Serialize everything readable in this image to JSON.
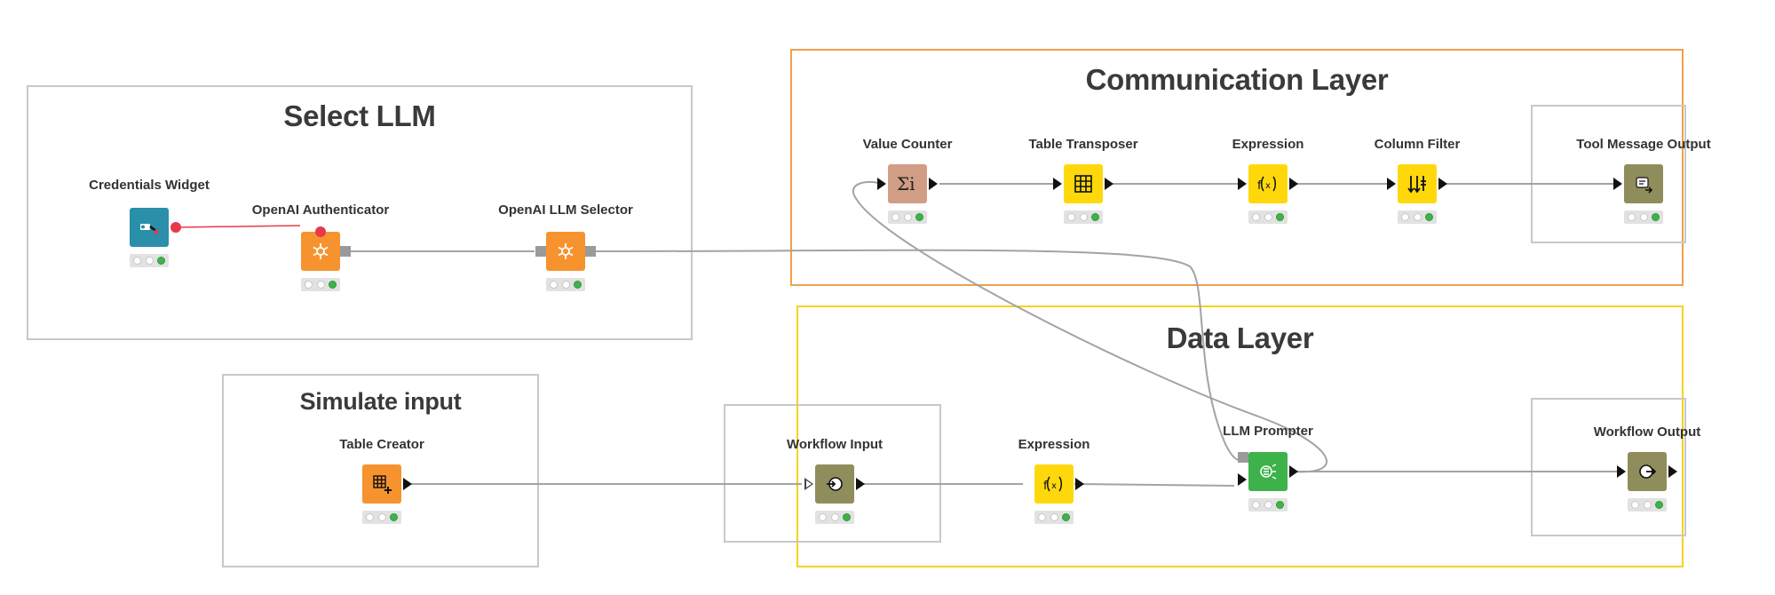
{
  "annotations": {
    "select_llm": "Select LLM",
    "communication_layer": "Communication Layer",
    "data_layer": "Data Layer",
    "simulate_input": "Simulate input"
  },
  "nodes": {
    "credentials_widget": "Credentials Widget",
    "openai_authenticator": "OpenAI Authenticator",
    "openai_llm_selector": "OpenAI LLM Selector",
    "table_creator": "Table Creator",
    "value_counter": "Value Counter",
    "table_transposer": "Table Transposer",
    "expression_comm": "Expression",
    "column_filter": "Column Filter",
    "tool_message_output": "Tool Message Output",
    "workflow_input": "Workflow Input",
    "expression_data": "Expression",
    "llm_prompter": "LLM Prompter",
    "workflow_output": "Workflow Output"
  },
  "colors": {
    "widget_blue": "#2a8fa8",
    "connector_orange": "#f7932e",
    "manipulator_yellow": "#ffd80c",
    "source_orange": "#f7932e",
    "statistics_tan": "#d19d85",
    "component_olive": "#8f8d5b",
    "predictor_green": "#3db24a",
    "status_green": "#3fb24b",
    "flowvar_red": "#e8394a",
    "orange_annotation": "#f0a04a",
    "yellow_annotation": "#f5d21f"
  },
  "icons": {
    "credentials_widget": "credentials-key-icon",
    "openai_authenticator": "openai-logo-icon",
    "openai_llm_selector": "openai-logo-icon",
    "table_creator": "table-plus-icon",
    "value_counter": "sigma-i-icon",
    "table_transposer": "grid-icon",
    "expression": "function-x-icon",
    "column_filter": "column-filter-icon",
    "tool_message_output": "message-output-icon",
    "workflow_input": "workflow-input-icon",
    "llm_prompter": "llm-brain-icon",
    "workflow_output": "workflow-output-icon"
  },
  "node_status": {
    "credentials_widget": "executed",
    "openai_authenticator": "executed",
    "openai_llm_selector": "executed",
    "table_creator": "executed",
    "value_counter": "executed",
    "table_transposer": "executed",
    "expression_comm": "executed",
    "column_filter": "executed",
    "tool_message_output": "executed",
    "workflow_input": "executed",
    "expression_data": "executed",
    "llm_prompter": "executed",
    "workflow_output": "executed"
  }
}
